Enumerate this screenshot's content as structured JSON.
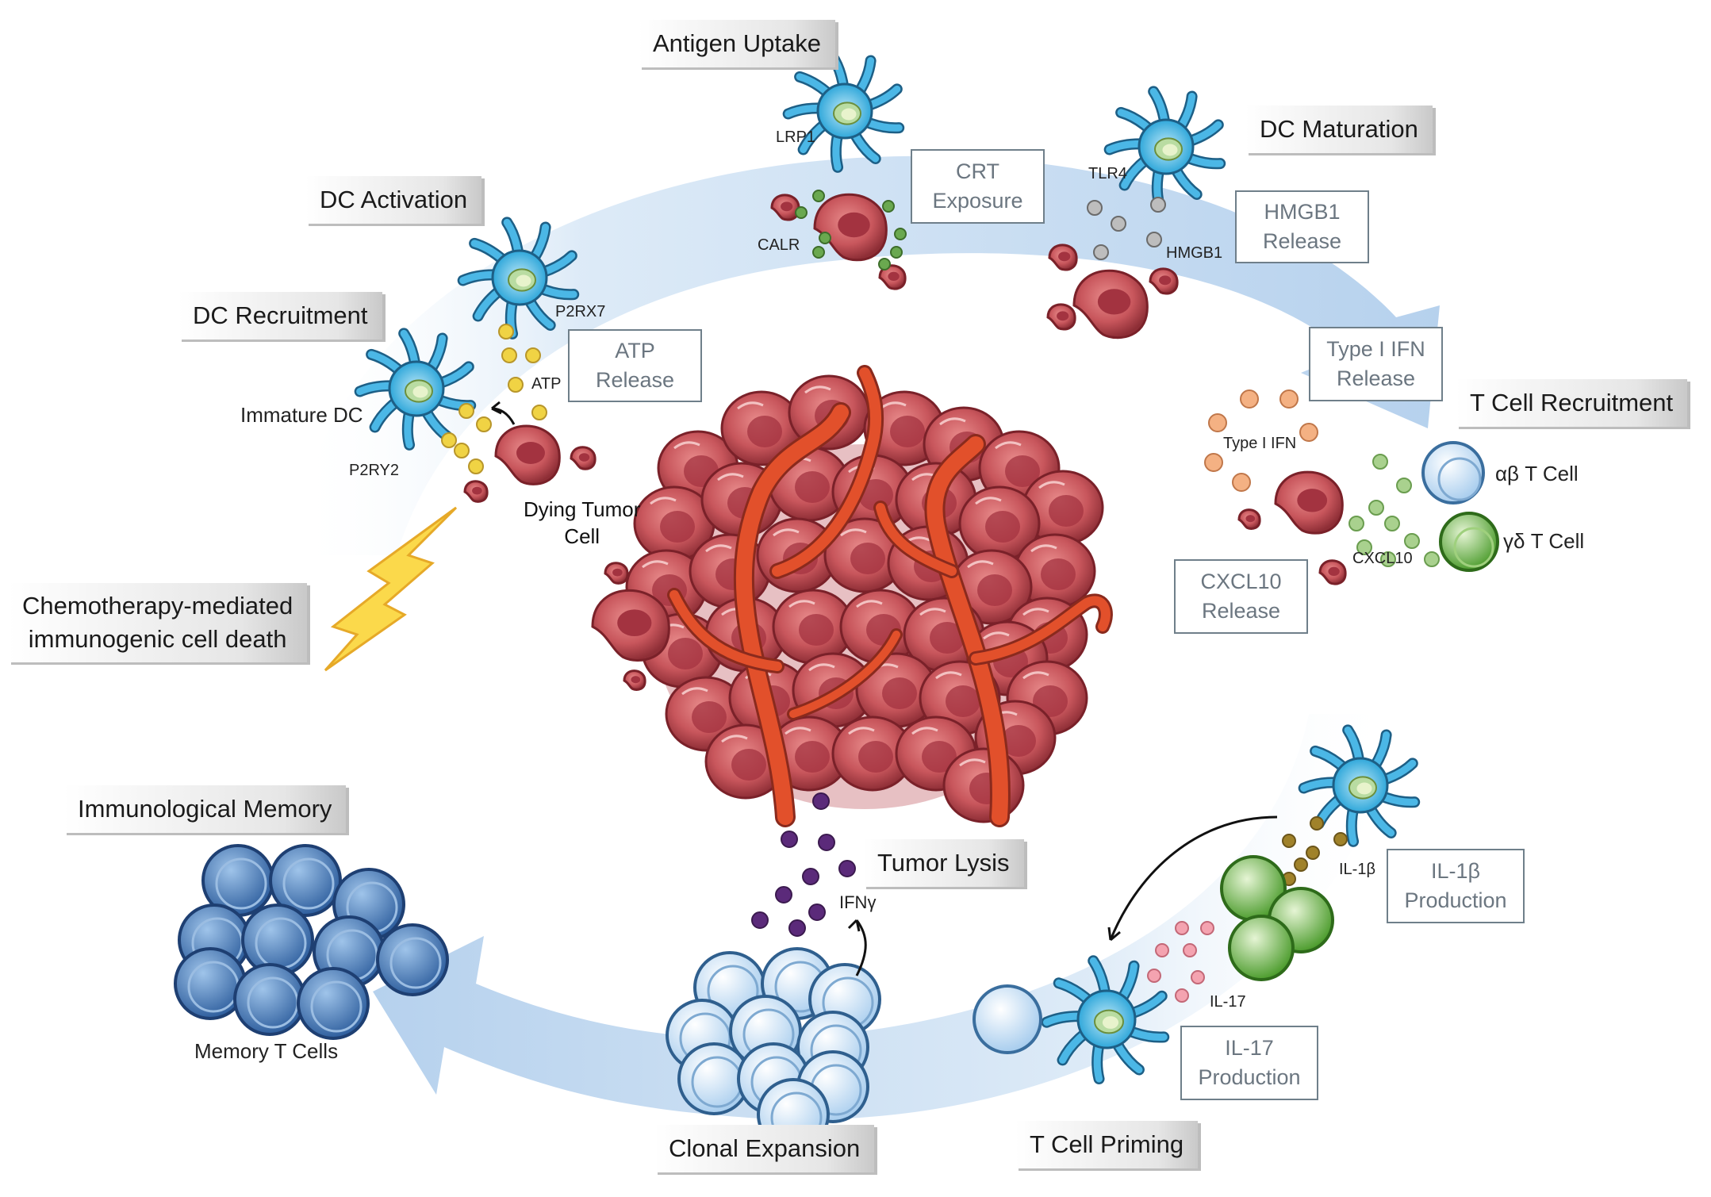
{
  "stages": {
    "antigen_uptake": "Antigen Uptake",
    "dc_maturation": "DC Maturation",
    "dc_activation": "DC Activation",
    "dc_recruitment": "DC Recruitment",
    "t_cell_recruitment": "T Cell Recruitment",
    "immunological_memory": "Immunological Memory",
    "tumor_lysis": "Tumor Lysis",
    "clonal_expansion": "Clonal Expansion",
    "t_cell_priming": "T Cell Priming"
  },
  "boxes": {
    "crt": [
      "CRT",
      "Exposure"
    ],
    "hmgb1": [
      "HMGB1",
      "Release"
    ],
    "atp": [
      "ATP",
      "Release"
    ],
    "type1ifn": [
      "Type I IFN",
      "Release"
    ],
    "cxcl10": [
      "CXCL10",
      "Release"
    ],
    "il1b": [
      "IL-1β",
      "Production"
    ],
    "il17": [
      "IL-17",
      "Production"
    ]
  },
  "labels": {
    "lrp1": "LRP1",
    "calr": "CALR",
    "tlr4": "TLR4",
    "hmgb1": "HMGB1",
    "p2rx7": "P2RX7",
    "atp": "ATP",
    "immature_dc": "Immature DC",
    "p2ry2": "P2RY2",
    "dying_tumor_cell": [
      "Dying Tumor",
      "Cell"
    ],
    "type_i_ifn": "Type I IFN",
    "ab_t_cell": "αβ T Cell",
    "gd_t_cell": "γδ T Cell",
    "cxcl10": "CXCL10",
    "il1b": "IL-1β",
    "il17": "IL-17",
    "ifng": "IFNγ",
    "memory_t_cells": "Memory T Cells",
    "chemo": [
      "Chemotherapy-mediated",
      "immunogenic cell death"
    ]
  },
  "colors": {
    "arrow_band": "#c9dff3",
    "dc_cell": "#4bb7e6",
    "dc_nucleus": "#b9dca2",
    "tumor_cell": "#c44b52",
    "vessel": "#e2502b",
    "atp_particle": "#f0d344",
    "hmgb1_particle": "#bdbdbd",
    "calr_particle": "#6aa84f",
    "ifn_particle": "#f4b183",
    "cxcl10_particle": "#a9d18e",
    "il1b_particle": "#a0822a",
    "il17_particle": "#f4a3b0",
    "ifng_particle": "#5b2a7a",
    "memory_cell": "#3d6fb0",
    "naive_t_cell": "#bfdaf2",
    "gd_t_cell": "#6fbf47",
    "lightning": "#fbd94b"
  }
}
